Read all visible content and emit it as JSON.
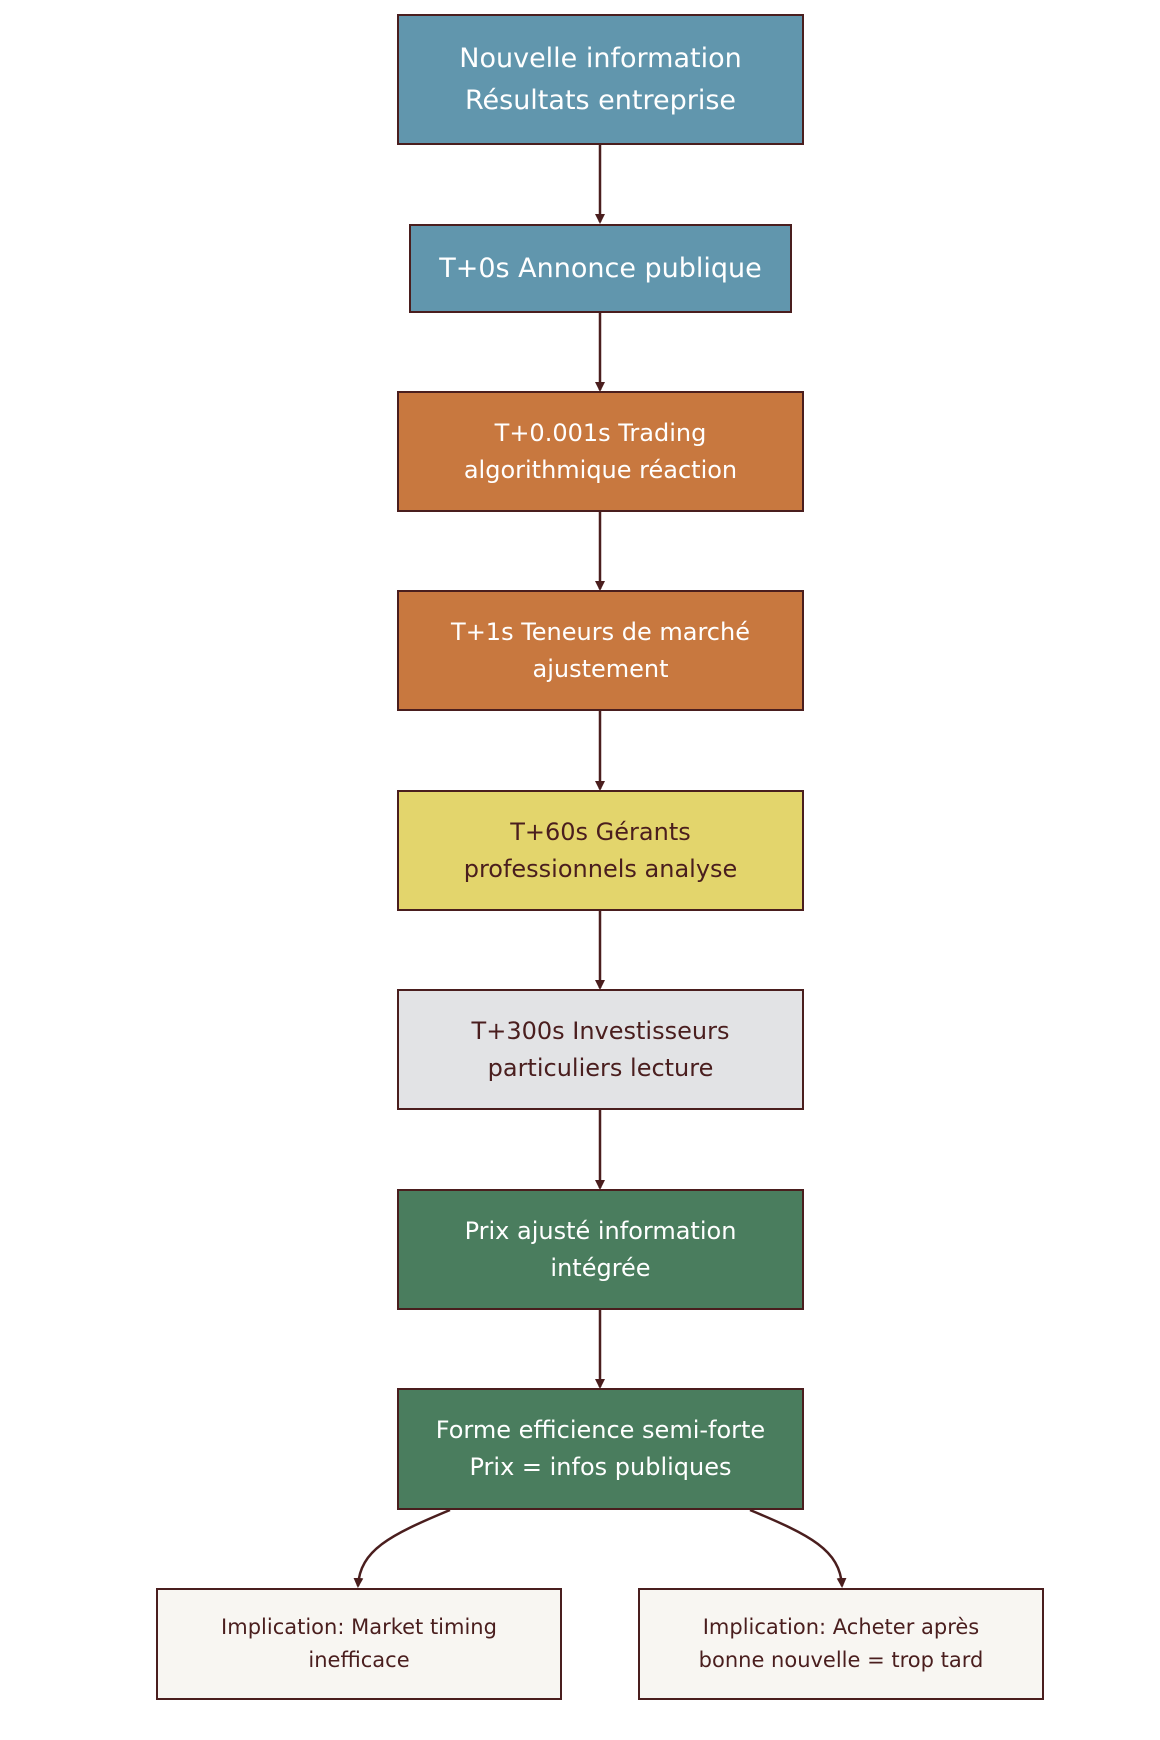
{
  "diagram": {
    "nodes": {
      "n1": {
        "line1": "Nouvelle information",
        "line2": "Résultats entreprise"
      },
      "n2": {
        "line1": "T+0s Annonce publique"
      },
      "n3": {
        "line1": "T+0.001s Trading",
        "line2": "algorithmique réaction"
      },
      "n4": {
        "line1": "T+1s Teneurs de marché",
        "line2": "ajustement"
      },
      "n5": {
        "line1": "T+60s Gérants",
        "line2": "professionnels analyse"
      },
      "n6": {
        "line1": "T+300s Investisseurs",
        "line2": "particuliers lecture"
      },
      "n7": {
        "line1": "Prix ajusté information",
        "line2": "intégrée"
      },
      "n8": {
        "line1": "Forme efficience semi-forte",
        "line2": "Prix = infos publiques"
      },
      "n9": {
        "line1": "Implication: Market timing",
        "line2": "inefficace"
      },
      "n10": {
        "line1": "Implication: Acheter après",
        "line2": "bonne nouvelle = trop tard"
      }
    },
    "edges": [
      {
        "from": "n1",
        "to": "n2"
      },
      {
        "from": "n2",
        "to": "n3"
      },
      {
        "from": "n3",
        "to": "n4"
      },
      {
        "from": "n4",
        "to": "n5"
      },
      {
        "from": "n5",
        "to": "n6"
      },
      {
        "from": "n6",
        "to": "n7"
      },
      {
        "from": "n7",
        "to": "n8"
      },
      {
        "from": "n8",
        "to": "n9"
      },
      {
        "from": "n8",
        "to": "n10"
      }
    ],
    "colors": {
      "stroke": "#4a1e1e",
      "blue": "#6196ad",
      "orange": "#c8783f",
      "yellow": "#e3d56c",
      "grey": "#e2e3e5",
      "green": "#4a7d5e",
      "cream": "#f8f6f2"
    }
  }
}
